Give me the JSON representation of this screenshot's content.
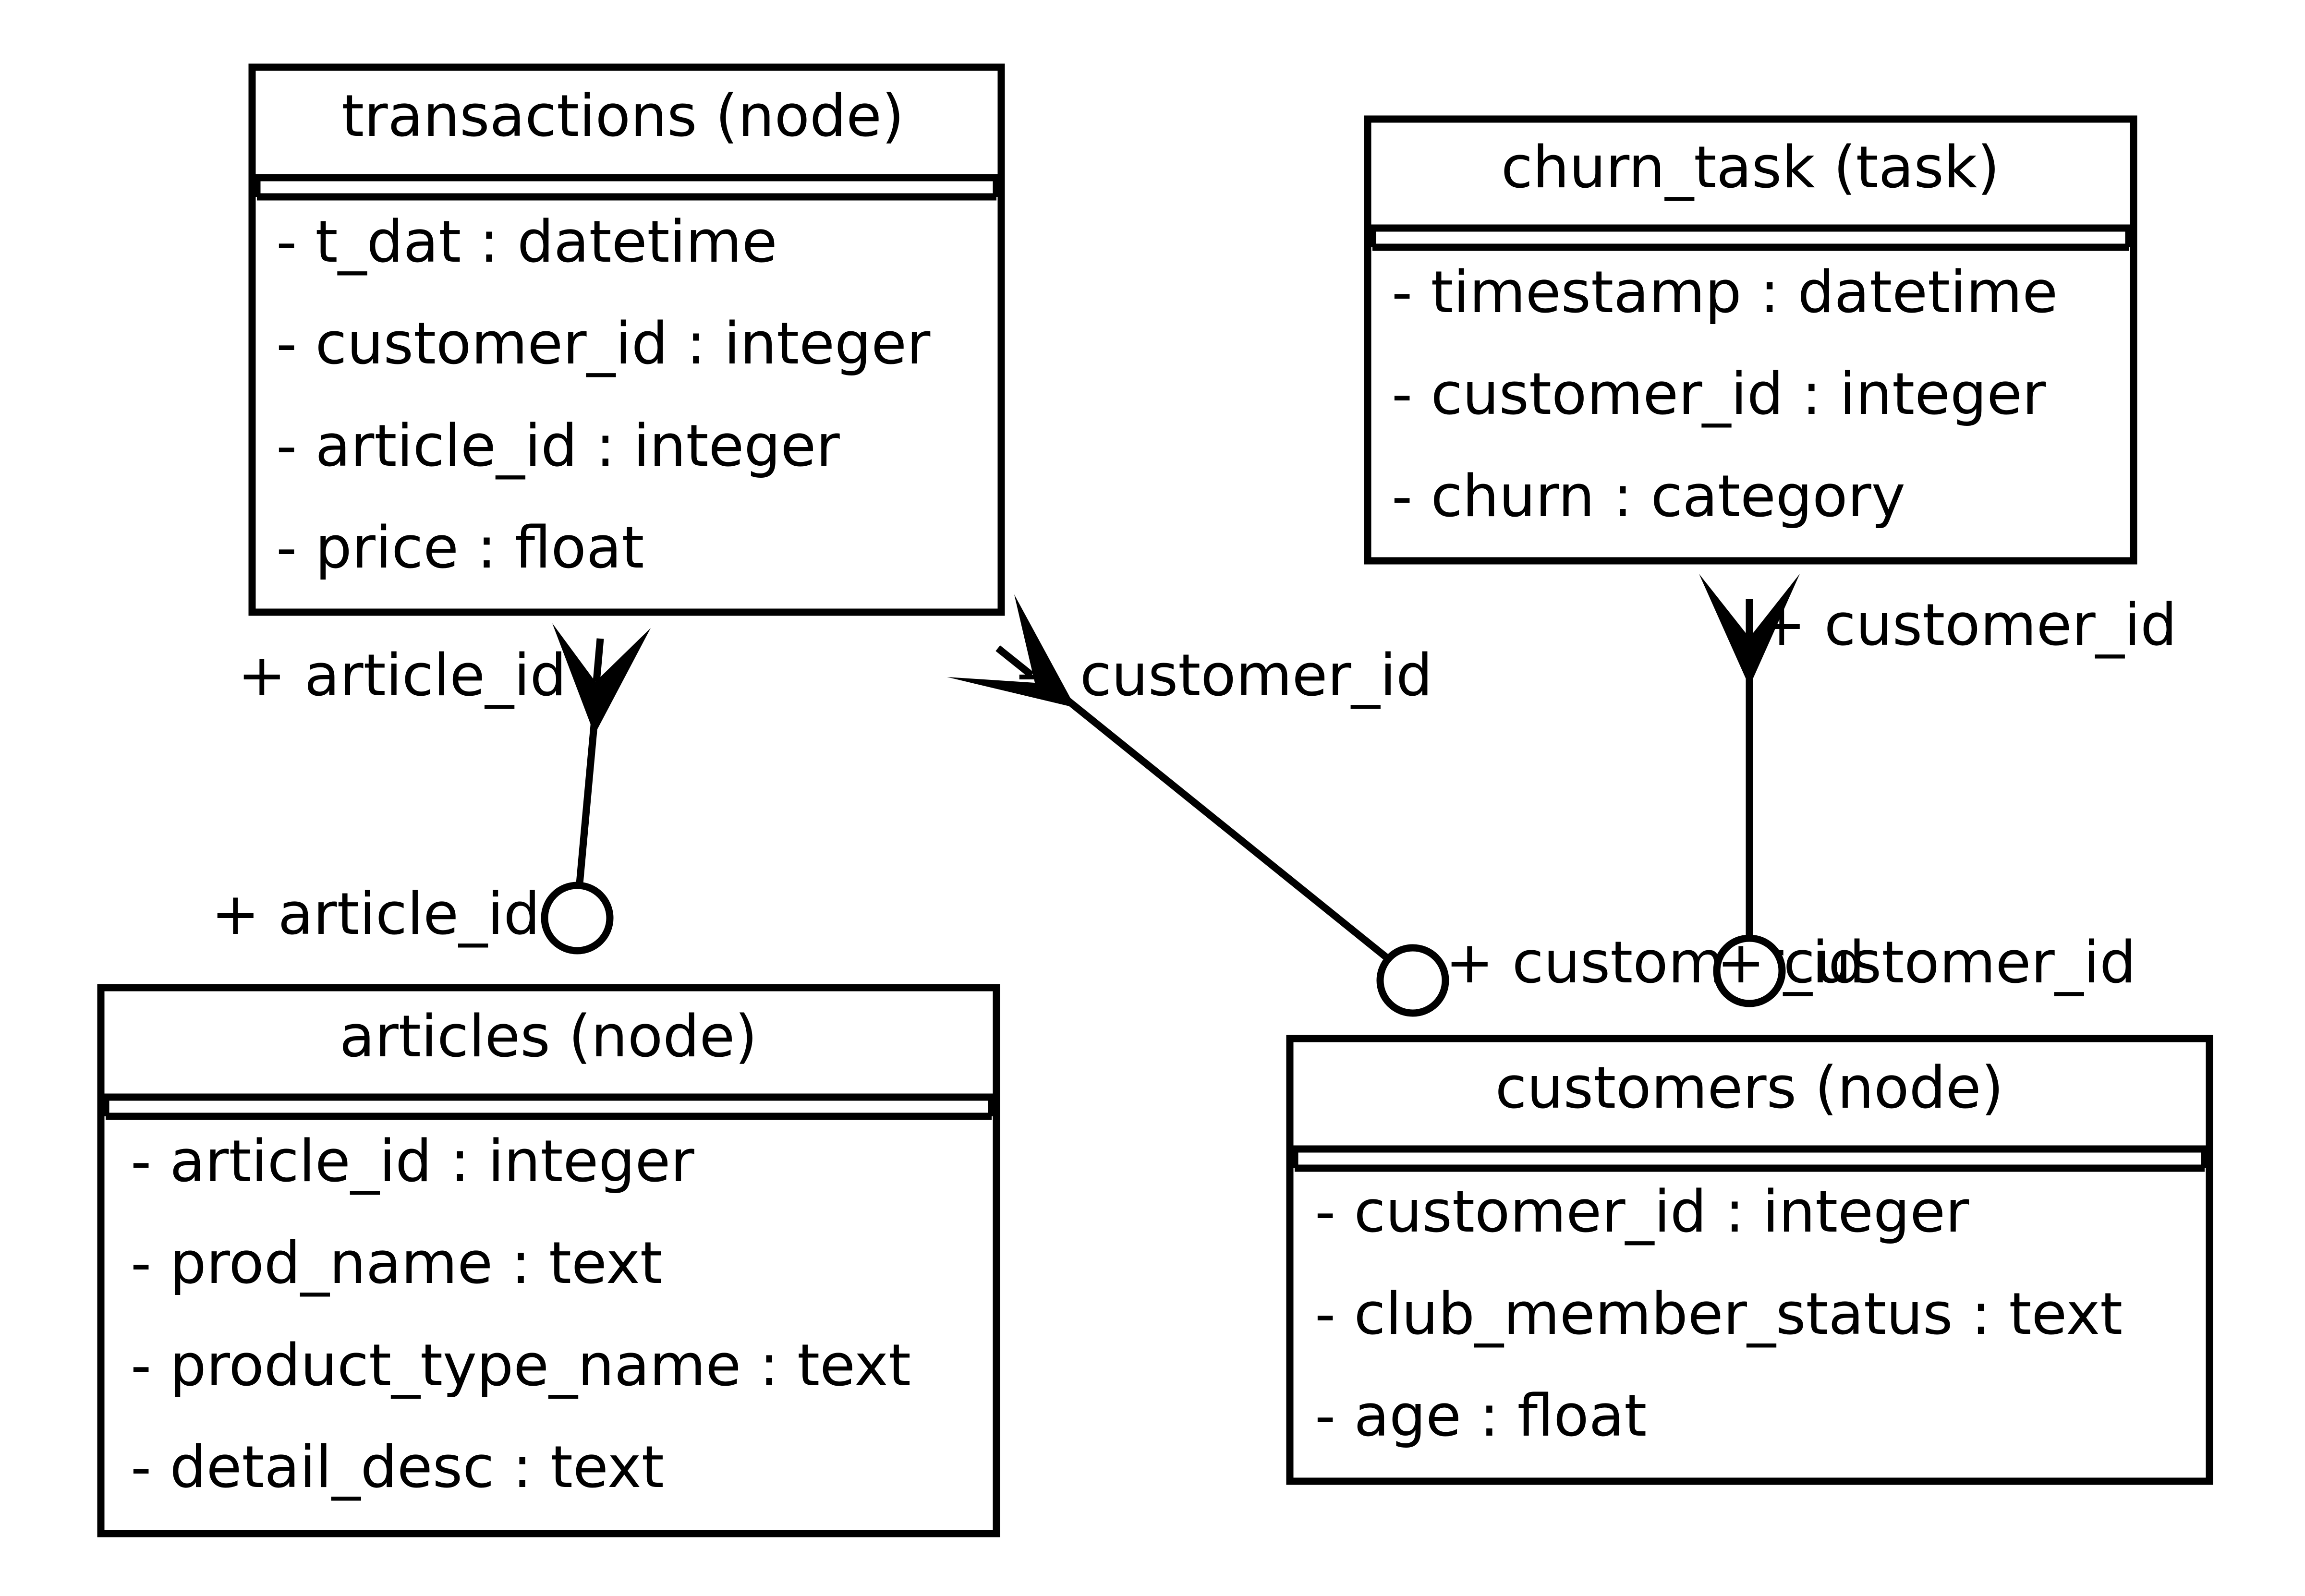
{
  "diagram": {
    "type": "uml-class-diagram",
    "entities": [
      {
        "id": "transactions",
        "title": "transactions (node)",
        "attributes": [
          "- t_dat : datetime",
          "- customer_id : integer",
          "- article_id : integer",
          "- price : float"
        ]
      },
      {
        "id": "churn_task",
        "title": "churn_task (task)",
        "attributes": [
          "- timestamp : datetime",
          "- customer_id : integer",
          "- churn : category"
        ]
      },
      {
        "id": "articles",
        "title": "articles (node)",
        "attributes": [
          "- article_id : integer",
          "- prod_name : text",
          "- product_type_name : text",
          "- detail_desc : text"
        ]
      },
      {
        "id": "customers",
        "title": "customers (node)",
        "attributes": [
          "- customer_id : integer",
          "- club_member_status : text",
          "- age : float"
        ]
      }
    ],
    "relations": [
      {
        "from": "articles",
        "to": "transactions",
        "from_label": "+ article_id",
        "to_label": "+ article_id",
        "from_cardinality": "zero-or-one",
        "to_cardinality": "one-or-many"
      },
      {
        "from": "customers",
        "to": "transactions",
        "from_label": "+ customer_id",
        "to_label": "+ customer_id",
        "from_cardinality": "zero-or-one",
        "to_cardinality": "one-or-many"
      },
      {
        "from": "customers",
        "to": "churn_task",
        "from_label": "+ customer_id",
        "to_label": "+ customer_id",
        "from_cardinality": "zero-or-one",
        "to_cardinality": "one-or-many"
      }
    ]
  }
}
